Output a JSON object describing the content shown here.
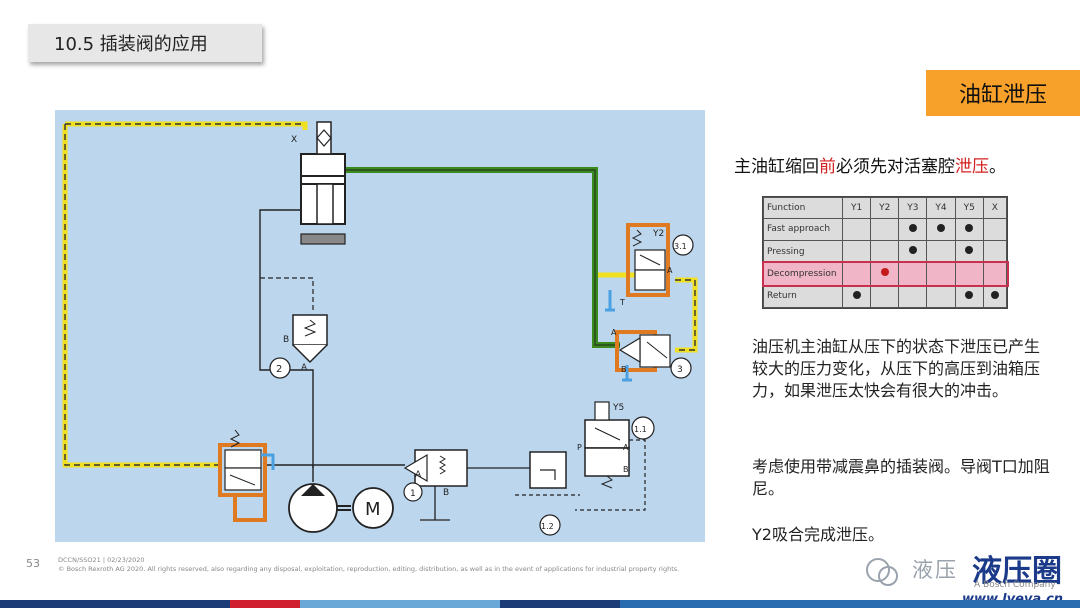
{
  "slide": {
    "title": "10.5 插装阀的应用",
    "topic": "油缸泄压",
    "page_number": "53"
  },
  "heading": {
    "part1": "主油缸缩回",
    "part2": "前",
    "part3": "必须先对活塞腔",
    "part4": "泄压",
    "part5": "。"
  },
  "function_table": {
    "headers": [
      "Function",
      "Y1",
      "Y2",
      "Y3",
      "Y4",
      "Y5",
      "X"
    ],
    "rows": [
      {
        "name": "Fast approach",
        "marks": [
          false,
          false,
          true,
          true,
          true,
          false
        ],
        "highlight": false
      },
      {
        "name": "Pressing",
        "marks": [
          false,
          false,
          true,
          false,
          true,
          false
        ],
        "highlight": false
      },
      {
        "name": "Decompression",
        "marks": [
          false,
          true,
          false,
          false,
          false,
          false
        ],
        "highlight": true
      },
      {
        "name": "Return",
        "marks": [
          true,
          false,
          false,
          false,
          true,
          true
        ],
        "highlight": false
      }
    ]
  },
  "paragraphs": {
    "p1": "油压机主油缸从压下的状态下泄压已产生较大的压力变化，从压下的高压到油箱压力，如果泄压太快会有很大的冲击。",
    "p2": "考虑使用带减震鼻的插装阀。导阀T口加阻尼。",
    "p3": "Y2吸合完成泄压。"
  },
  "diagram_labels": {
    "x": "X",
    "a": "A",
    "b": "B",
    "p": "P",
    "t": "T",
    "y2": "Y2",
    "y5": "Y5",
    "m": "M",
    "n1": "1",
    "n11": "1.1",
    "n12": "1.2",
    "n2": "2",
    "n3": "3",
    "n31": "3.1"
  },
  "footer": {
    "line1": "DCCN/SSO21 | 02/23/2020",
    "line2": "© Bosch Rexroth AG 2020. All rights reserved, also regarding any disposal, exploitation, reproduction, editing, distribution, as well as in the event of applications for industrial property rights."
  },
  "watermark": {
    "text": "液压",
    "big": "液压圈",
    "company": "A Bosch Company",
    "url": "www.lyeya.cn"
  },
  "colors": {
    "title_bg": "#e7e7e7",
    "topic_bg": "#f7a12a",
    "diagram_bg": "#bcd6ee",
    "pilot_line": "#f0e020",
    "pressure_line": "#3a8a1e",
    "valve_outline": "#e07a20",
    "highlight_text": "#d42020",
    "highlight_row": "#f0b5c6"
  }
}
